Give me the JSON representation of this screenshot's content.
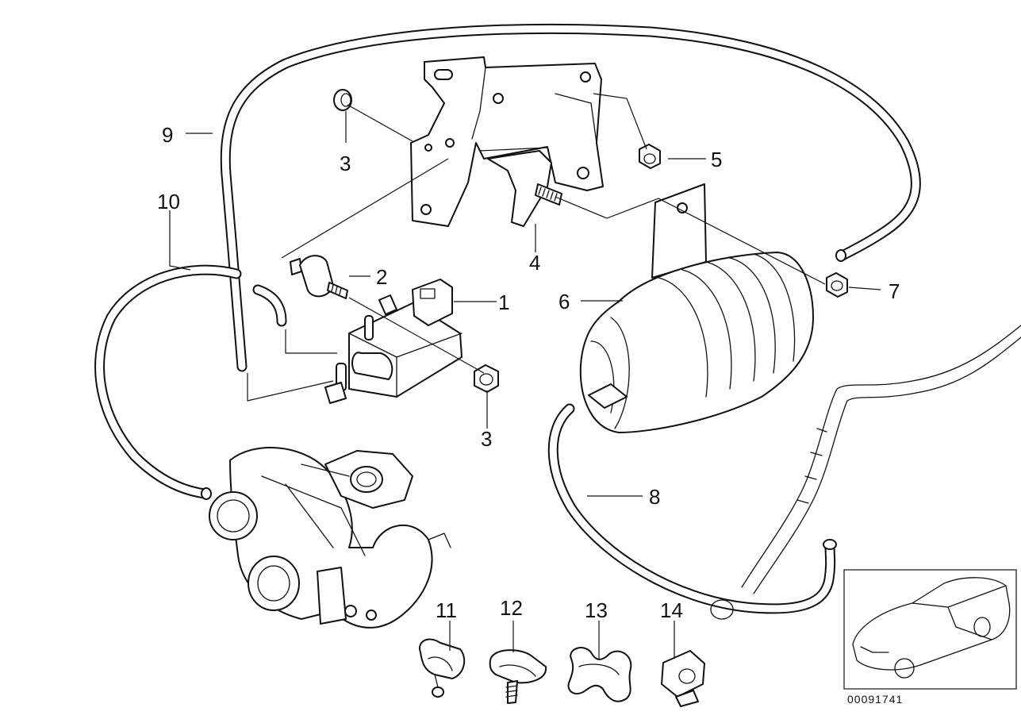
{
  "diagram": {
    "title": "",
    "callouts": [
      {
        "id": "1",
        "label": "1"
      },
      {
        "id": "2",
        "label": "2"
      },
      {
        "id": "3a",
        "label": "3"
      },
      {
        "id": "3b",
        "label": "3"
      },
      {
        "id": "4",
        "label": "4"
      },
      {
        "id": "5",
        "label": "5"
      },
      {
        "id": "6",
        "label": "6"
      },
      {
        "id": "7",
        "label": "7"
      },
      {
        "id": "8",
        "label": "8"
      },
      {
        "id": "9",
        "label": "9"
      },
      {
        "id": "10",
        "label": "10"
      },
      {
        "id": "11",
        "label": "11"
      },
      {
        "id": "12",
        "label": "12"
      },
      {
        "id": "13",
        "label": "13"
      },
      {
        "id": "14",
        "label": "14"
      }
    ],
    "part_number": "00091741"
  }
}
